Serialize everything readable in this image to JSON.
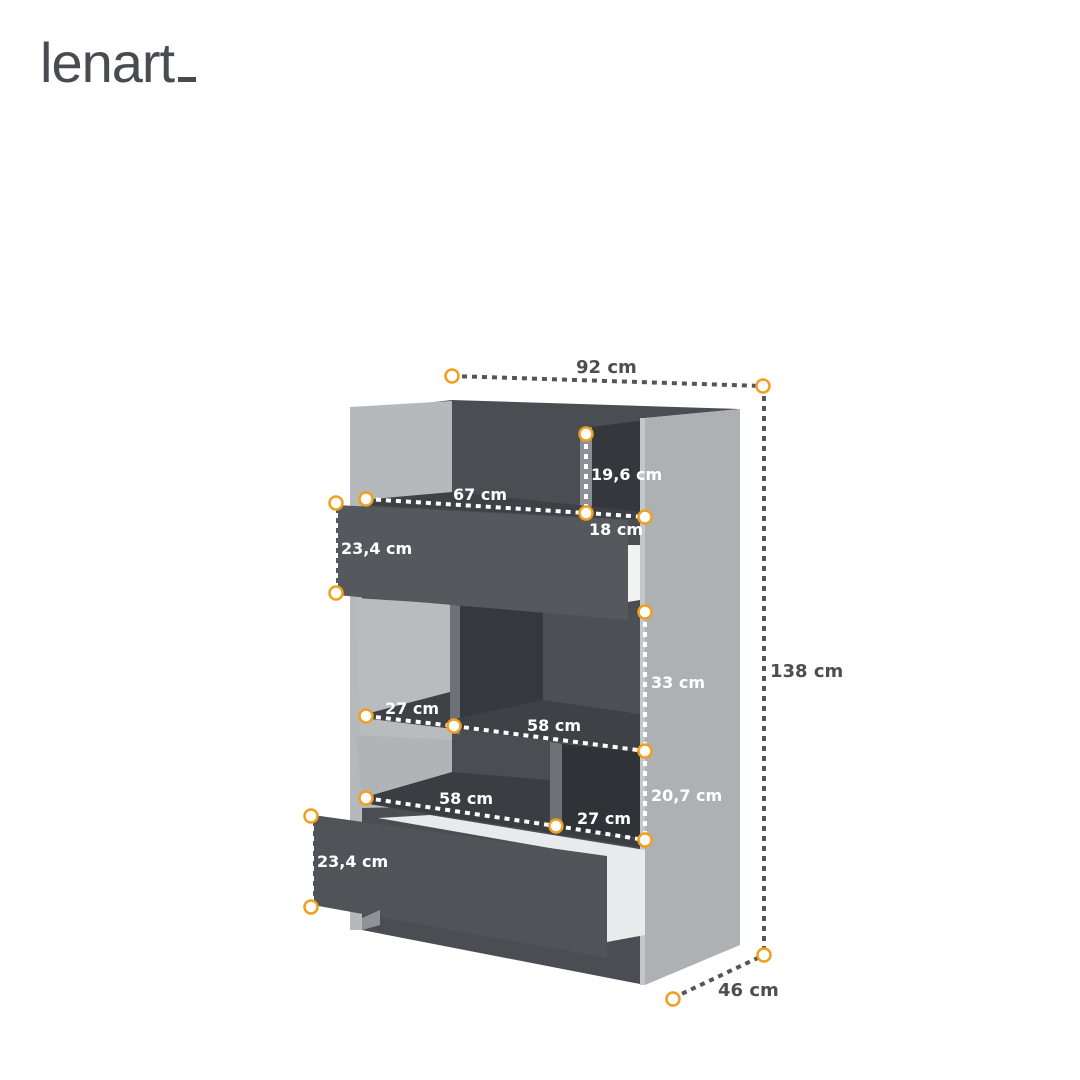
{
  "brand": {
    "name": "lenart"
  },
  "colors": {
    "marker": "#f0a01e",
    "dark_panel": "#4d5055",
    "light_panel": "#b4b7ba",
    "text_dark": "#4d4e53"
  },
  "dimensions": {
    "width": "92 cm",
    "height": "138 cm",
    "depth": "46 cm",
    "top_shelf_width": "67 cm",
    "top_compartment_height": "19,6 cm",
    "top_compartment_width": "18 cm",
    "top_drawer_height": "23,4 cm",
    "middle_compartment_height": "33 cm",
    "middle_left_shelf": "27 cm",
    "middle_right_shelf": "58 cm",
    "lower_compartment_height": "20,7 cm",
    "lower_left_shelf": "58 cm",
    "lower_right_shelf": "27 cm",
    "bottom_drawer_height": "23,4 cm"
  }
}
